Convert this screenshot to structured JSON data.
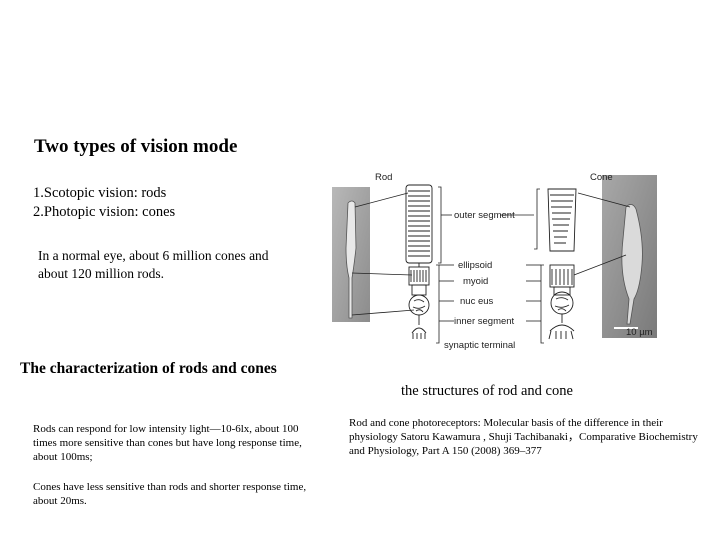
{
  "slide": {
    "title": "Two types of vision mode",
    "list": [
      "1.Scotopic vision: rods",
      "2.Photopic vision: cones"
    ],
    "note": "In a normal eye, about 6 million cones and about 120 million rods.",
    "subheading": "The characterization of rods and cones",
    "paragraphs": {
      "rods": "Rods can respond for low intensity light—10-6lx, about 100 times more sensitive than cones but have long response time, about 100ms;",
      "cones": "Cones  have less sensitive than rods and shorter response time, about 20ms.",
      "citation": "Rod and cone photoreceptors: Molecular basis of the difference in their physiology Satoru Kawamura , Shuji Tachibanaki，Comparative Biochemistry and Physiology, Part A 150 (2008) 369–377"
    },
    "figure_caption": "the structures of rod and cone"
  },
  "figure": {
    "labels": {
      "rod": "Rod",
      "cone": "Cone",
      "outer_segment": "outer segment",
      "ellipsoid": "ellipsoid",
      "myoid": "myoid",
      "nucleus": "nuc eus",
      "inner_segment": "inner segment",
      "synaptic_terminal": "synaptic terminal",
      "scale_bar": "10 µm"
    }
  }
}
